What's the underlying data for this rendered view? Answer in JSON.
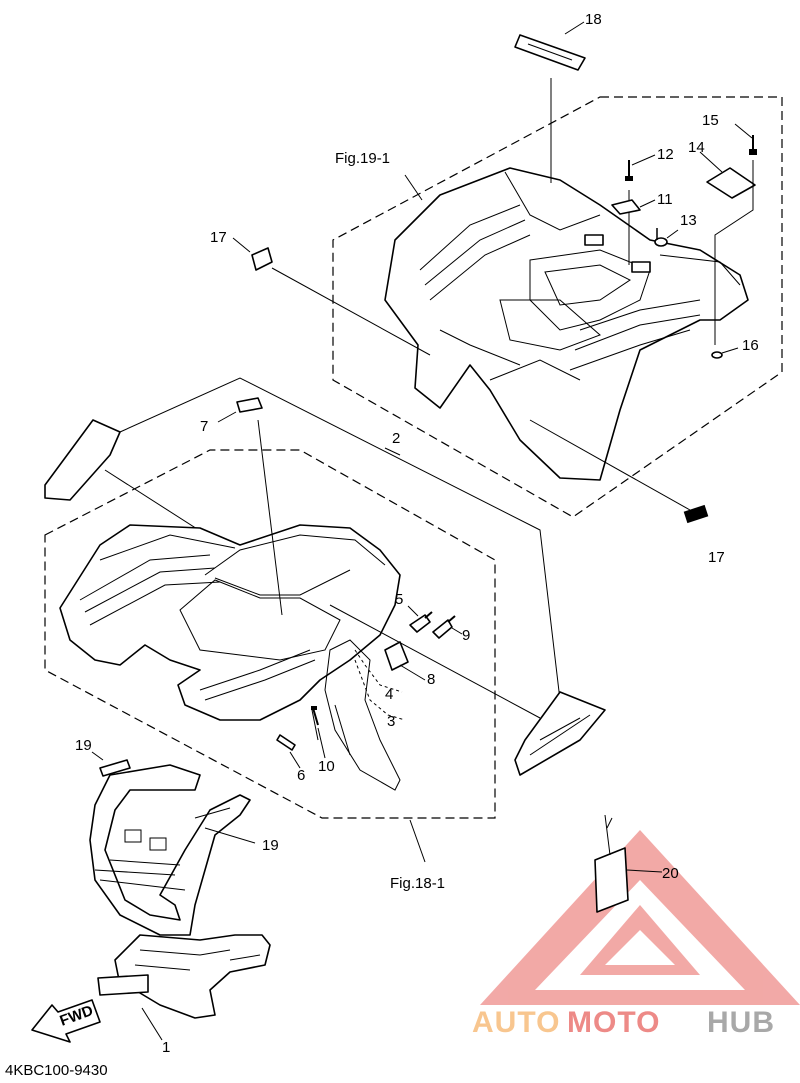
{
  "diagram": {
    "callouts": {
      "c1": "1",
      "c2": "2",
      "c3": "3",
      "c4": "4",
      "c5": "5",
      "c6": "6",
      "c7": "7",
      "c8": "8",
      "c9": "9",
      "c10": "10",
      "c11": "11",
      "c12": "12",
      "c13": "13",
      "c14": "14",
      "c15": "15",
      "c16": "16",
      "c17a": "17",
      "c17b": "17",
      "c18": "18",
      "c19a": "19",
      "c19b": "19",
      "c20": "20"
    },
    "fig_rear": "Fig.19-1",
    "fig_front": "Fig.18-1",
    "fwd_arrow": "FWD",
    "part_code": "4KBC100-9430"
  },
  "watermark": {
    "part1": "AUTO",
    "part2": "MOTO",
    "part3": "HUB",
    "color_light": "#f6b36a",
    "color_red": "#e8635f",
    "color_gray": "#9a9a9a"
  }
}
